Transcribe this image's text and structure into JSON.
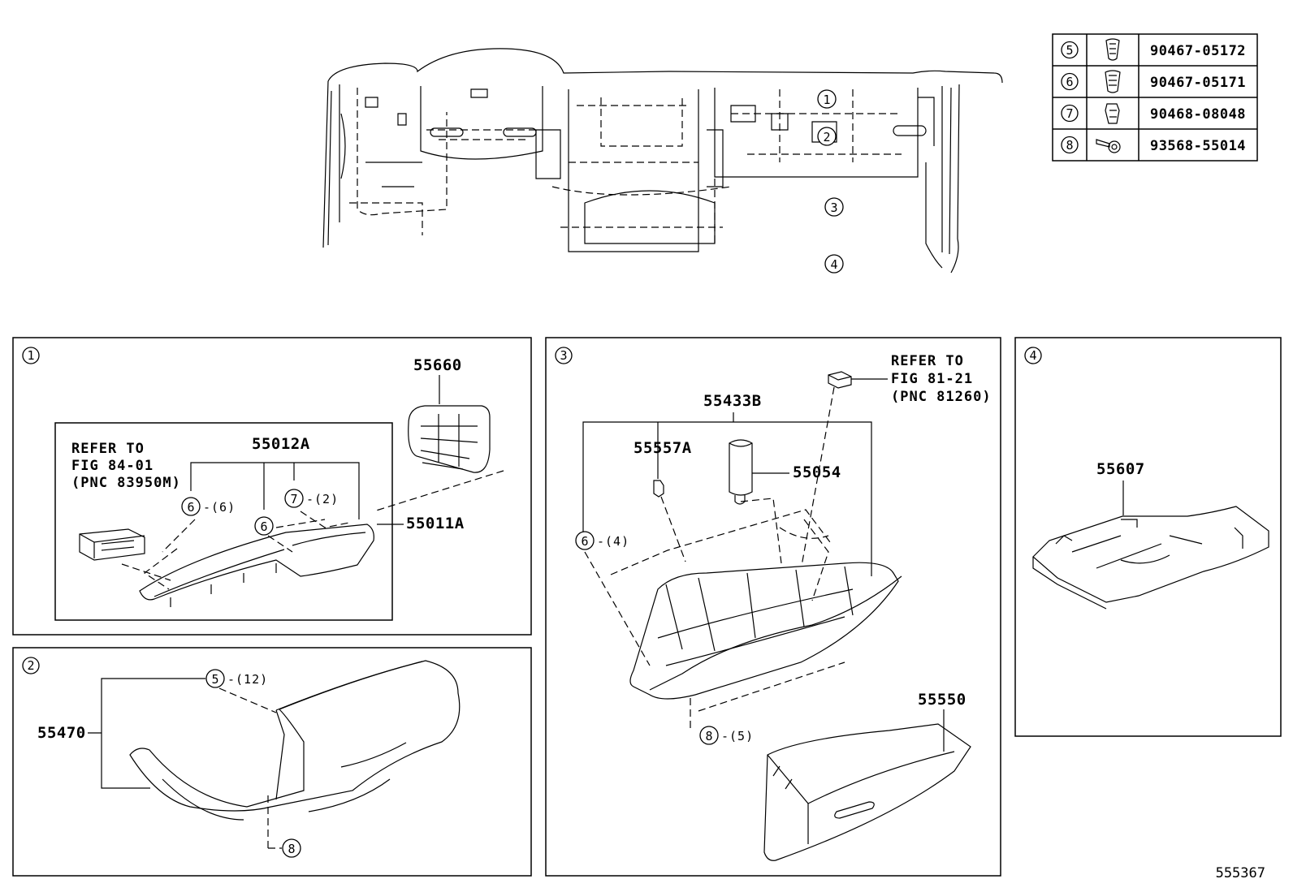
{
  "fasteners": [
    {
      "ref": "5",
      "part": "90467-05172"
    },
    {
      "ref": "6",
      "part": "90467-05171"
    },
    {
      "ref": "7",
      "part": "90468-08048"
    },
    {
      "ref": "8",
      "part": "93568-55014"
    }
  ],
  "overview": {
    "callouts": [
      "1",
      "2",
      "3",
      "4"
    ]
  },
  "panel1": {
    "ref": "1",
    "parts": {
      "p55660": "55660",
      "p55012A": "55012A",
      "p55011A": "55011A"
    },
    "refer": {
      "line1": "REFER TO",
      "line2": "FIG 84-01",
      "line3": "(PNC 83950M)"
    },
    "clips": [
      {
        "ref": "6",
        "qty": "-(6)"
      },
      {
        "ref": "7",
        "qty": "-(2)"
      },
      {
        "ref": "6",
        "qty": ""
      }
    ]
  },
  "panel2": {
    "ref": "2",
    "parts": {
      "p55470": "55470"
    },
    "clips": [
      {
        "ref": "5",
        "qty": "-(12)"
      },
      {
        "ref": "8",
        "qty": ""
      }
    ]
  },
  "panel3": {
    "ref": "3",
    "parts": {
      "p55433B": "55433B",
      "p55557A": "55557A",
      "p55054": "55054",
      "p55550": "55550"
    },
    "refer": {
      "line1": "REFER TO",
      "line2": "FIG 81-21",
      "line3": "(PNC 81260)"
    },
    "clips": [
      {
        "ref": "6",
        "qty": "-(4)"
      },
      {
        "ref": "8",
        "qty": "-(5)"
      }
    ]
  },
  "panel4": {
    "ref": "4",
    "parts": {
      "p55607": "55607"
    }
  },
  "footer": {
    "code": "555367"
  }
}
